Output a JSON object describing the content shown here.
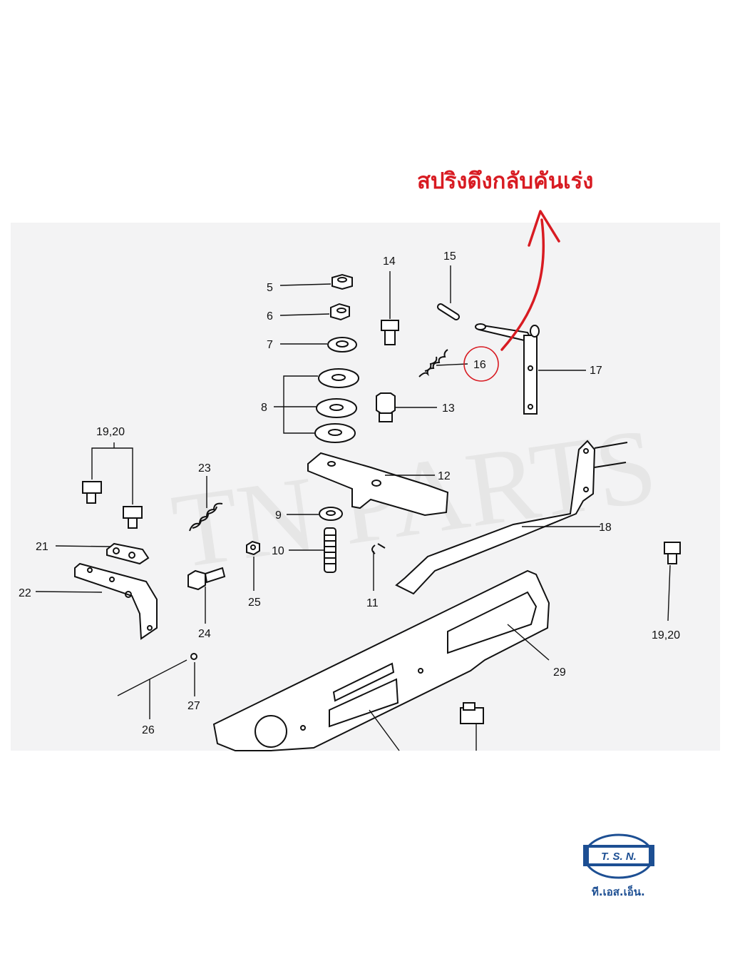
{
  "title": "สปริงดึงกลับคันเร่ง",
  "highlight_color": "#d81b22",
  "brand": {
    "logo_letters": "T. S. N.",
    "name_thai": "ที.เอส.เอ็น.",
    "logo_color": "#1d4f93"
  },
  "watermark": "TN PARTS",
  "labels": {
    "l5": "5",
    "l6": "6",
    "l7": "7",
    "l8": "8",
    "l9": "9",
    "l10": "10",
    "l11": "11",
    "l12": "12",
    "l13": "13",
    "l14": "14",
    "l15": "15",
    "l16": "16",
    "l17": "17",
    "l18": "18",
    "l19a": "19,20",
    "l19b": "19,20",
    "l21": "21",
    "l22": "22",
    "l23": "23",
    "l24": "24",
    "l25": "25",
    "l26": "26",
    "l27": "27",
    "l29": "29"
  }
}
